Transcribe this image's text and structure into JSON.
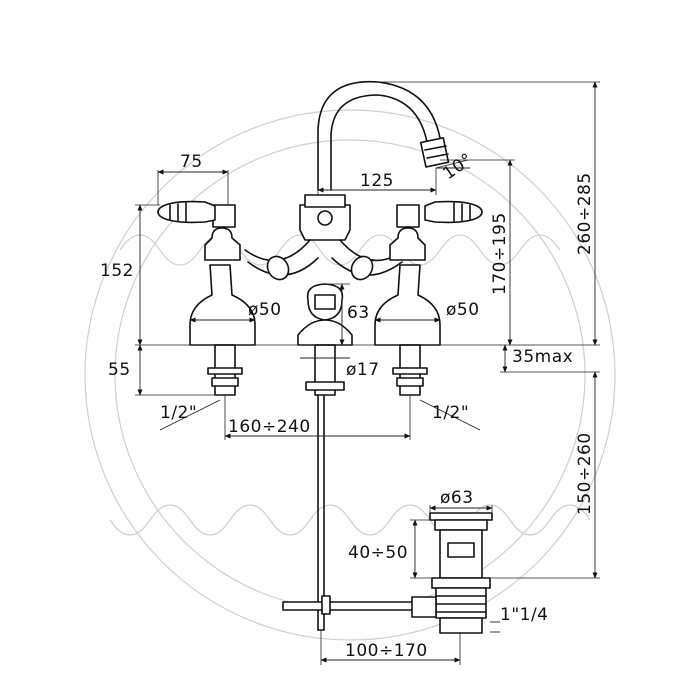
{
  "dimensions": {
    "handle_spread": "75",
    "spout_reach": "125",
    "spout_angle": "10°",
    "overall_height": "260÷285",
    "spout_height": "170÷195",
    "handle_height": "152",
    "left_base_diameter": "ø50",
    "center_base_diameter": "63",
    "right_base_diameter": "ø50",
    "max_deck_thickness": "35max",
    "shank_length": "55",
    "center_shank_diameter": "ø17",
    "left_connection": "1/2\"",
    "right_connection": "1/2\"",
    "center_spacing": "160÷240",
    "waste_depth": "150÷260",
    "waste_diameter": "ø63",
    "waste_height": "40÷50",
    "waste_thread": "1\"1/4",
    "rod_offset": "100÷170"
  },
  "colors": {
    "line": "#111111",
    "watermark": "#cfcfcf",
    "background": "#ffffff"
  }
}
